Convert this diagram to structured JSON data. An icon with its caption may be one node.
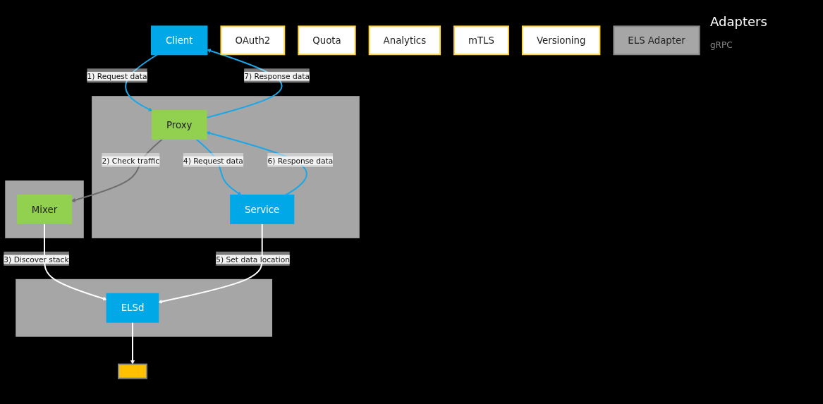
{
  "diagram": {
    "nodes": [
      {
        "text": [
          "Client"
        ]
      },
      {
        "text": [],
        "shape": "box"
      },
      {
        "text": [
          "Proxy"
        ],
        "in": 1
      },
      {
        "text": [
          "Service"
        ],
        "in": 1
      },
      {
        "text": [],
        "shape": "box"
      },
      {
        "text": [
          "Mixer"
        ],
        "in": 4
      },
      {
        "text": [],
        "shape": "box"
      },
      {
        "text": [
          "ELSd"
        ],
        "in": 6
      },
      {
        "text": [],
        "shape": "box"
      },
      {
        "text": [
          "OAuth2"
        ]
      },
      {
        "text": [
          "Quota"
        ]
      },
      {
        "text": [
          "Analytics"
        ]
      },
      {
        "text": [
          "mTLS"
        ]
      },
      {
        "text": [
          "Versioning"
        ]
      },
      {
        "text": [
          "ELS Adapter"
        ]
      }
    ],
    "edges": [
      {
        "from": 0,
        "to": 2,
        "arrow": "to",
        "label": "1) Request data"
      },
      {
        "from": 2,
        "to": 0,
        "arrow": "to",
        "label": "7) Response data"
      },
      {
        "from": 2,
        "to": 5,
        "arrow": "to",
        "label": "2) Check traffic",
        "color": "#6e6e6e"
      },
      {
        "from": 2,
        "to": 3,
        "arrow": "to",
        "label": "4) Request data"
      },
      {
        "from": 3,
        "to": 2,
        "arrow": "to",
        "label": "6) Response data"
      },
      {
        "from": 5,
        "to": 7,
        "arrow": "to",
        "label": "3) Discover stack",
        "color": "#ffffff"
      },
      {
        "from": 3,
        "to": 7,
        "arrow": "to",
        "label": "5) Set data location",
        "color": "#ffffff"
      },
      {
        "from": 7,
        "to": 8,
        "arrow": "to",
        "color": "#ffffff"
      }
    ],
    "labels": [
      "Adapters",
      "gRPC"
    ]
  }
}
